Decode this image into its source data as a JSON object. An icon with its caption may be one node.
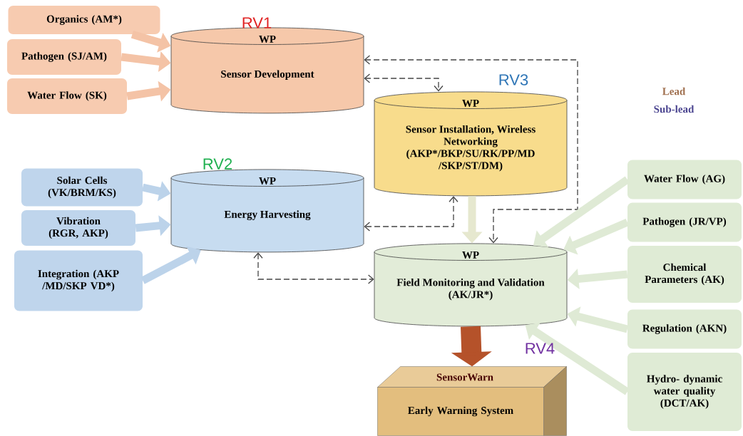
{
  "diagram": {
    "nodes": [
      {
        "text": [
          "Organics (AM*)"
        ]
      },
      {
        "text": [
          "Pathogen (SJ/AM)"
        ]
      },
      {
        "text": [
          "Water Flow (SK)"
        ]
      },
      {
        "text": [
          "WP",
          "Sensor Development"
        ],
        "beside": [
          "RV1"
        ]
      },
      {
        "text": [
          "WP",
          "Sensor Installation, Wireless Networking (AKP*/BKP/SU/RK/PP/MD /SKP/ST/DM)"
        ],
        "beside": [
          "RV3"
        ]
      },
      {
        "text": [
          "Solar Cells (VK/BRM/KS)"
        ]
      },
      {
        "text": [
          "Vibration (RGR, AKP)"
        ]
      },
      {
        "text": [
          "Integration (AKP /MD/SKP VD*)"
        ]
      },
      {
        "text": [
          "WP",
          "Energy Harvesting"
        ],
        "beside": [
          "RV2"
        ]
      },
      {
        "text": [
          "WP",
          "Field Monitoring and Validation (AK/JR*)"
        ]
      },
      {
        "text": [
          "Water Flow (AG)"
        ]
      },
      {
        "text": [
          "Pathogen (JR/VP)"
        ]
      },
      {
        "text": [
          "Chemical Parameters (AK)"
        ]
      },
      {
        "text": [
          "Regulation (AKN)"
        ]
      },
      {
        "text": [
          "Hydro- dynamic water quality (DCT/AK)"
        ]
      },
      {
        "text": [
          "SensorWarn",
          "Early Warning System"
        ]
      }
    ],
    "edges": [
      {
        "from": 0,
        "to": 3,
        "arrow": "to",
        "color": "#f4c3a6"
      },
      {
        "from": 1,
        "to": 3,
        "arrow": "to",
        "color": "#f4c3a6"
      },
      {
        "from": 2,
        "to": 3,
        "arrow": "to",
        "color": "#f4c3a6"
      },
      {
        "from": 5,
        "to": 8,
        "arrow": "to",
        "color": "#bcd3ea"
      },
      {
        "from": 6,
        "to": 8,
        "arrow": "to",
        "color": "#bcd3ea"
      },
      {
        "from": 7,
        "to": 8,
        "arrow": "to",
        "color": "#bcd3ea"
      },
      {
        "from": 3,
        "to": 4,
        "arrow": "both",
        "style": "dashed",
        "color": "#444444"
      },
      {
        "from": 3,
        "to": 9,
        "arrow": "both",
        "style": "dashed",
        "color": "#444444"
      },
      {
        "from": 4,
        "to": 9,
        "arrow": "to",
        "color": "#e6e8cf"
      },
      {
        "from": 4,
        "to": 8,
        "arrow": "both",
        "style": "dashed",
        "color": "#444444"
      },
      {
        "from": 8,
        "to": 9,
        "arrow": "both",
        "style": "dashed",
        "color": "#444444"
      },
      {
        "from": 10,
        "to": 9,
        "arrow": "to",
        "color": "#dfead5"
      },
      {
        "from": 11,
        "to": 9,
        "arrow": "to",
        "color": "#dfead5"
      },
      {
        "from": 12,
        "to": 9,
        "arrow": "to",
        "color": "#dfead5"
      },
      {
        "from": 13,
        "to": 9,
        "arrow": "to",
        "color": "#dfead5"
      },
      {
        "from": 14,
        "to": 9,
        "arrow": "to",
        "color": "#dfead5"
      },
      {
        "from": 9,
        "to": 15,
        "arrow": "to",
        "style": "thick",
        "color": "#b5522a"
      }
    ],
    "labels": [
      "Lead",
      "Sub-lead",
      "RV4"
    ]
  }
}
